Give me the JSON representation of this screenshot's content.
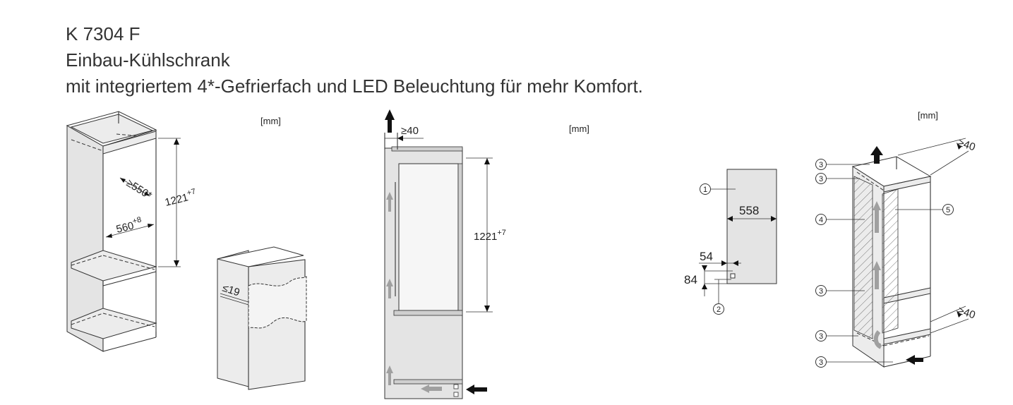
{
  "header": {
    "model": "K 7304 F",
    "type": "Einbau-Kühlschrank",
    "description": "mit integriertem 4*-Gefrierfach und LED Beleuchtung für mehr Komfort."
  },
  "units": {
    "fig1": "[mm]",
    "fig2": "[mm]",
    "fig3": "[mm]"
  },
  "niche": {
    "depth_label": "≥550*",
    "width_label": "560",
    "width_tolerance": "+8",
    "height_label": "1221",
    "height_tolerance": "+7"
  },
  "appliance": {
    "door_gap_label": "≤19"
  },
  "side_view": {
    "top_clearance_label": "≥40",
    "height_label": "1221",
    "height_tolerance": "+7"
  },
  "connection": {
    "width_label": "558",
    "offset_x_label": "54",
    "offset_y_label": "84",
    "callouts": [
      "1",
      "2"
    ]
  },
  "ventilation": {
    "top_clearance_label": "≥40",
    "bottom_clearance_label": "≥40",
    "callouts": [
      "3",
      "3",
      "4",
      "3",
      "3",
      "3",
      "5"
    ]
  }
}
